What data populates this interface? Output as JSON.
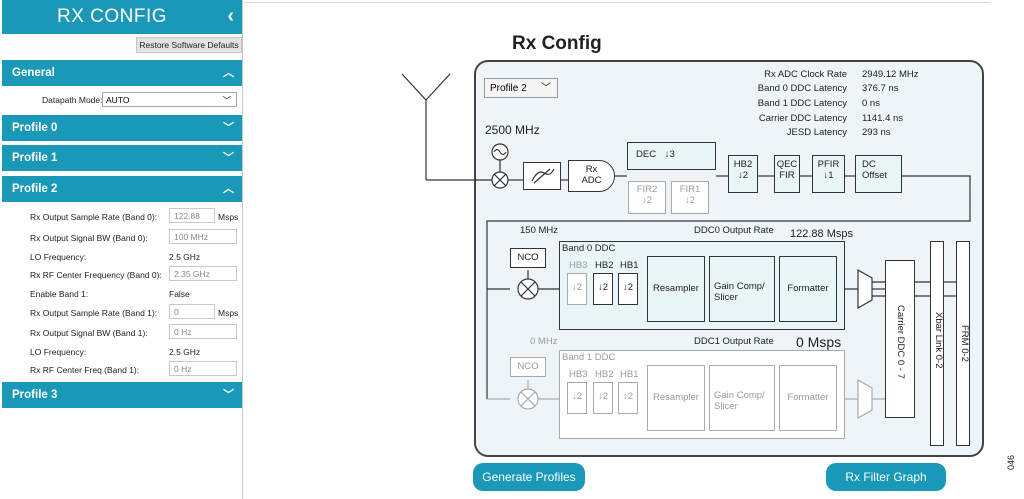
{
  "sidebar": {
    "title": "RX CONFIG",
    "back_icon": "chevron-left-icon",
    "restore_label": "Restore Software Defaults",
    "general": {
      "label": "General",
      "datapath_label": "Datapath Mode:",
      "datapath_value": "AUTO"
    },
    "profile0": {
      "label": "Profile 0"
    },
    "profile1": {
      "label": "Profile 1"
    },
    "profile2": {
      "label": "Profile 2",
      "rows": {
        "r0": {
          "label": "Rx Output Sample Rate (Band 0):",
          "value": "122.88",
          "unit": "Msps"
        },
        "r1": {
          "label": "Rx Output Signal BW (Band 0):",
          "value": "100 MHz"
        },
        "r2": {
          "label": "LO Frequency:",
          "value": "2.5 GHz"
        },
        "r3": {
          "label": "Rx RF Center Frequency (Band 0):",
          "value": "2.35 GHz"
        },
        "r4": {
          "label": "Enable Band 1:",
          "value": "False"
        },
        "r5": {
          "label": "Rx Output Sample Rate (Band 1):",
          "value": "0",
          "unit": "Msps"
        },
        "r6": {
          "label": "Rx Output Signal BW (Band 1):",
          "value": "0 Hz"
        },
        "r7": {
          "label": "LO Frequency:",
          "value": "2.5 GHz"
        },
        "r8": {
          "label": "Rx RF Center Freq (Band 1):",
          "value": "0 Hz"
        }
      }
    },
    "profile3": {
      "label": "Profile 3"
    }
  },
  "diagram": {
    "title": "Rx Config",
    "profile_select": "Profile 2",
    "info": {
      "clock_label": "Rx ADC Clock Rate",
      "clock_value": "2949.12 MHz",
      "b0lat_label": "Band 0 DDC Latency",
      "b0lat_value": "376.7 ns",
      "b1lat_label": "Band 1 DDC Latency",
      "b1lat_value": "0 ns",
      "carlat_label": "Carrier DDC Latency",
      "carlat_value": "1141.4 ns",
      "jesd_label": "JESD Latency",
      "jesd_value": "293 ns"
    },
    "lo_freq": "2500 MHz",
    "blocks": {
      "rx": "Rx",
      "adc": "ADC",
      "dec": "DEC",
      "dec_factor": "3",
      "fir2": "FIR2",
      "fir1": "FIR1",
      "fir_factor": "2",
      "hb2": "HB2",
      "hb_factor": "2",
      "qec": "QEC",
      "qec2": "FIR",
      "pfir": "PFIR",
      "pfir_factor": "1",
      "dc": "DC",
      "dc2": "Offset"
    },
    "ddc0": {
      "nco_freq": "150 MHz",
      "rate_label": "DDC0 Output Rate",
      "rate_value": "122.88 Msps",
      "band_label": "Band 0 DDC",
      "hb3": "HB3",
      "hb2": "HB2",
      "hb1": "HB1",
      "factor": "2",
      "resampler": "Resampler",
      "gain": "Gain Comp/",
      "slicer": "Slicer",
      "formatter": "Formatter",
      "nco": "NCO"
    },
    "ddc1": {
      "nco_freq": "0 MHz",
      "rate_label": "DDC1 Output Rate",
      "rate_value": "0 Msps",
      "band_label": "Band 1 DDC",
      "hb3": "HB3",
      "hb2": "HB2",
      "hb1": "HB1",
      "factor": "2",
      "resampler": "Resampler",
      "gain": "Gain Comp/",
      "slicer": "Slicer",
      "formatter": "Formatter",
      "nco": "NCO"
    },
    "carrier": "Carrier DDC 0 - 7",
    "xbar": "Xbar Link 0-2",
    "frm": "FRM 0-2",
    "buttons": {
      "generate": "Generate Profiles",
      "filter": "Rx Filter Graph"
    },
    "figure_id": "046"
  },
  "colors": {
    "accent": "#1a98b8",
    "panel": "#eef4f7"
  }
}
